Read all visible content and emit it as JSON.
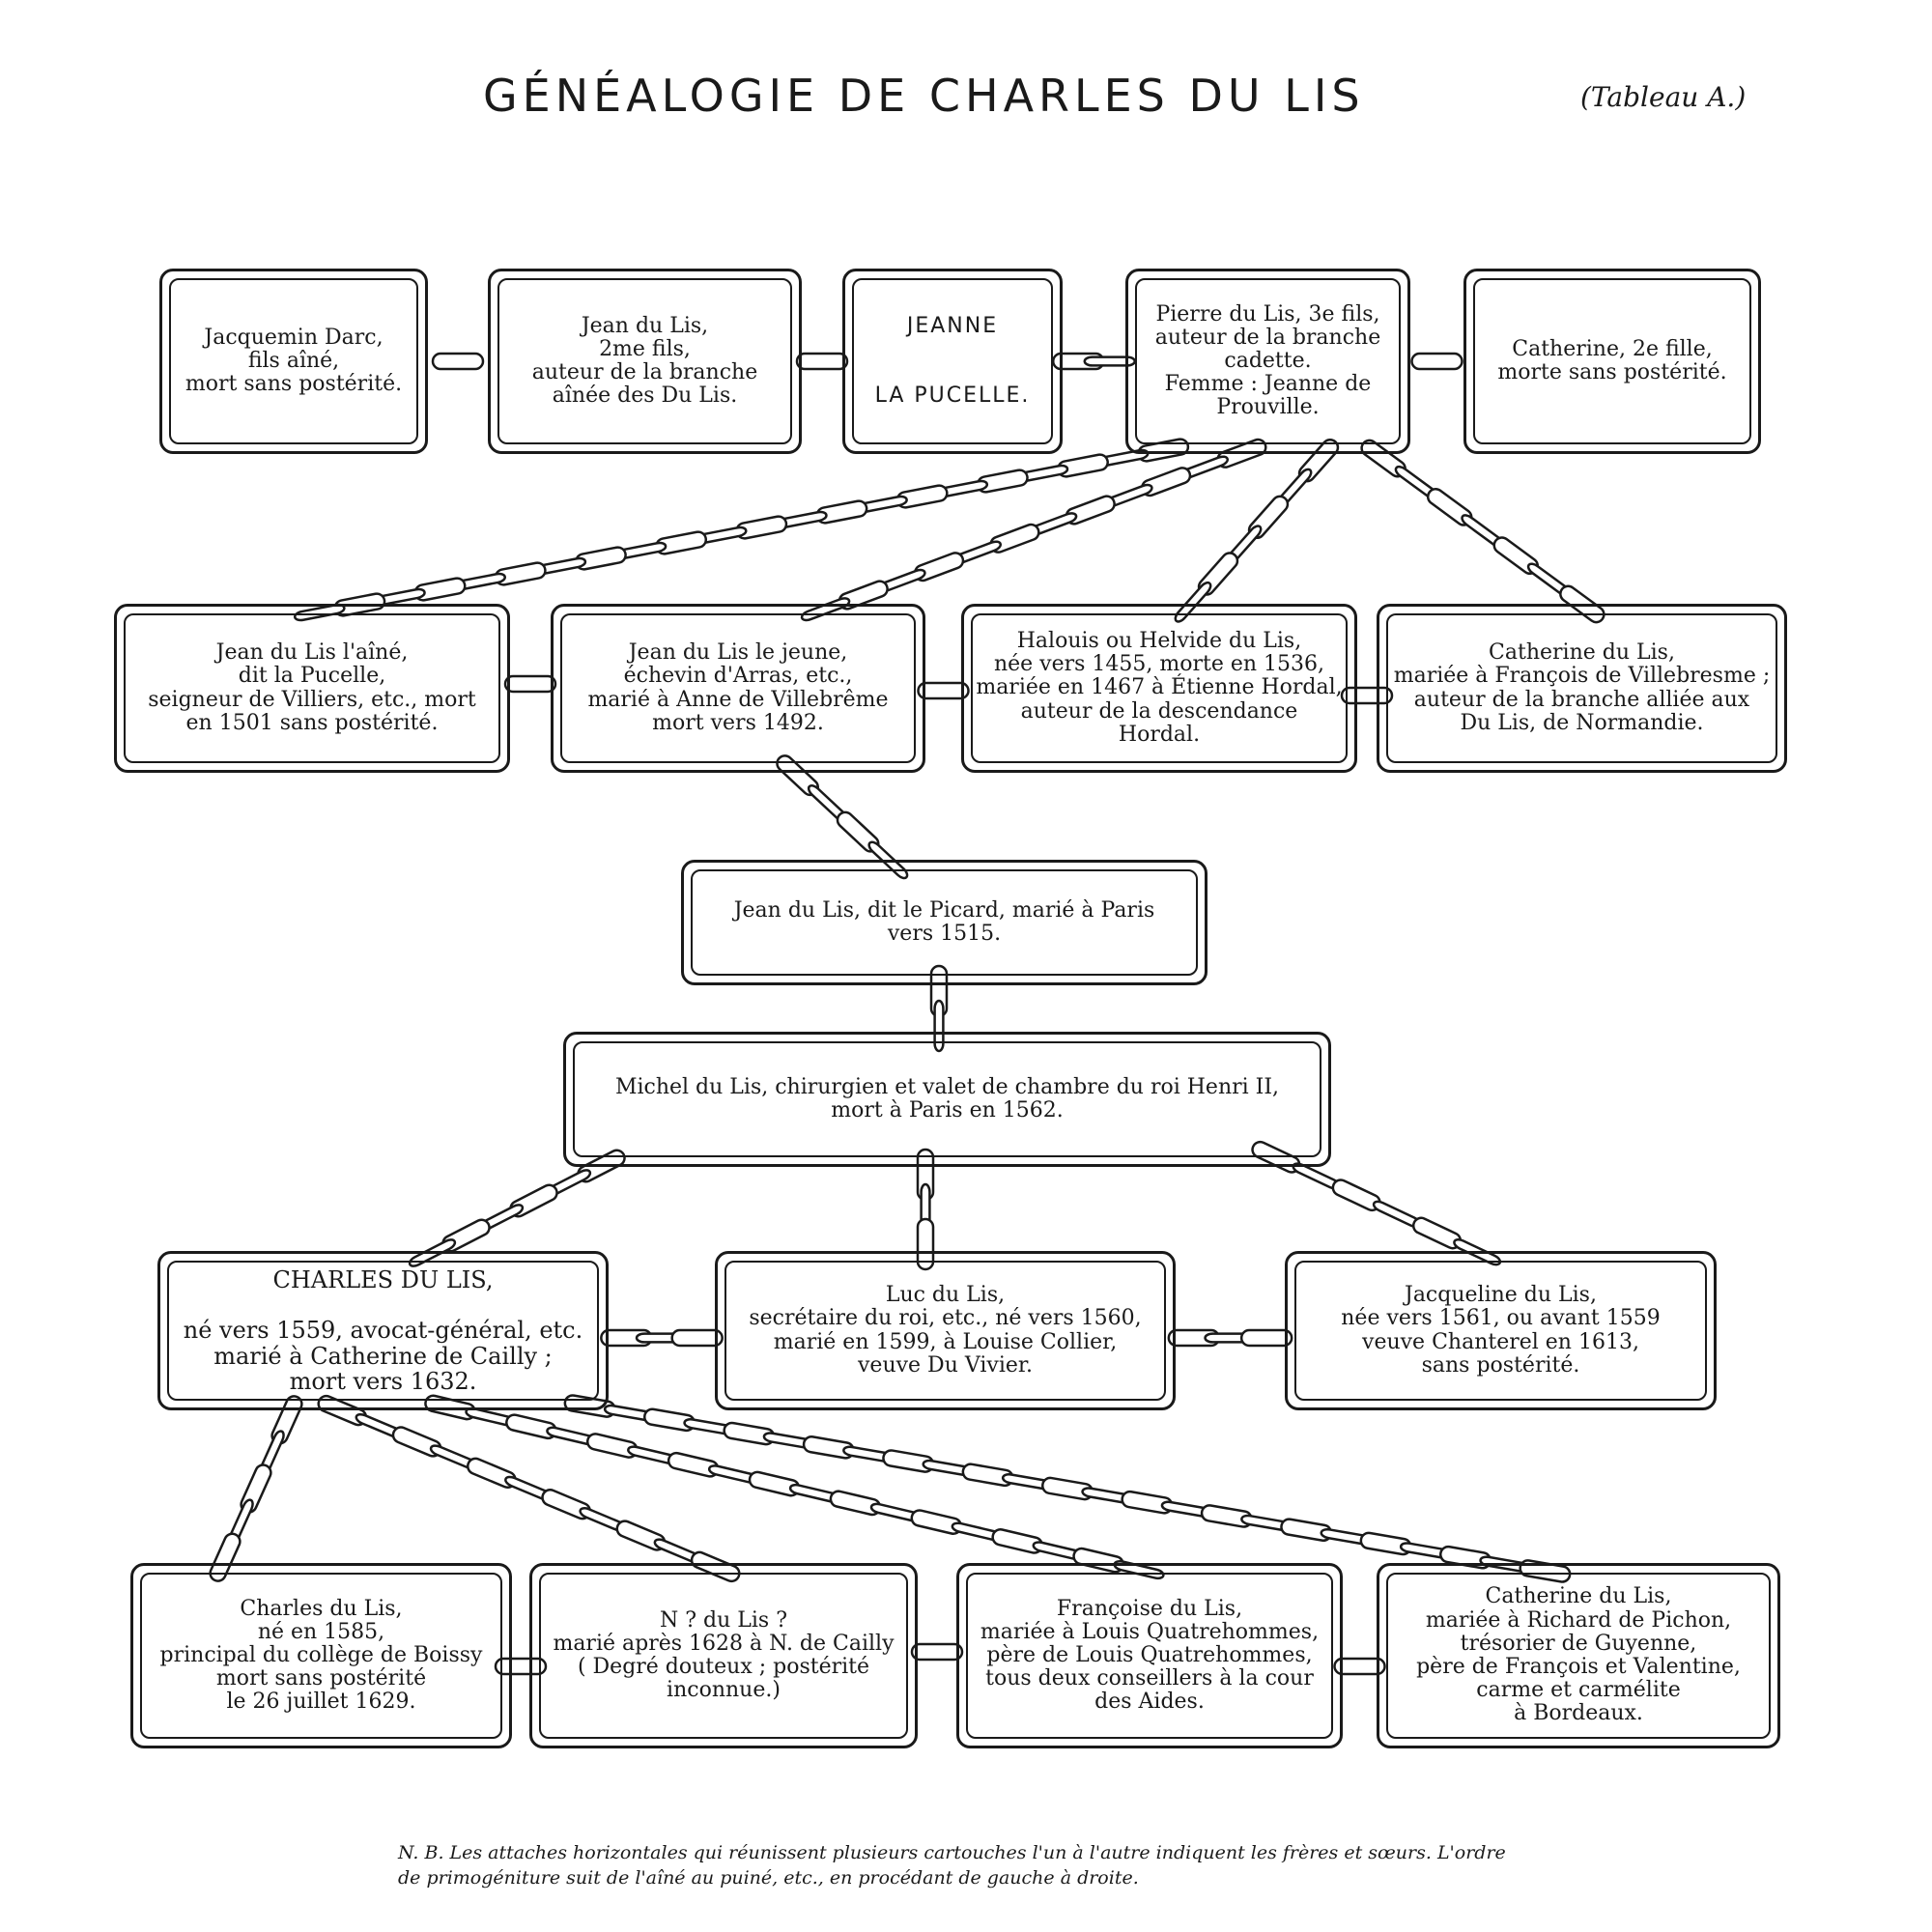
{
  "title": "GÉNÉALOGIE DE CHARLES DU LIS",
  "tableau": "(Tableau A.)",
  "persons": {
    "jacquemin": "Jacquemin Darc,\nfils aîné,\nmort sans postérité.",
    "jean_aine_branche": "Jean du Lis,\n2me fils,\nauteur de la branche\naînée des Du Lis.",
    "jeanne": "JEANNE\n\n\nLA PUCELLE.",
    "pierre": "Pierre du Lis, 3e fils,\nauteur de la branche\ncadette.\nFemme : Jeanne de\nProuville.",
    "catherine_fille": "Catherine, 2e fille,\nmorte sans postérité.",
    "jean_laine": "Jean du Lis l'aîné,\ndit la Pucelle,\nseigneur de Villiers, etc., mort\nen 1501 sans postérité.",
    "jean_jeune": "Jean du Lis le jeune,\néchevin d'Arras, etc.,\nmarié à Anne de Villebrême\nmort vers 1492.",
    "halouis": "Halouis ou Helvide du Lis,\nnée vers 1455, morte en 1536,\nmariée en 1467 à Étienne Hordal,\nauteur de la descendance\nHordal.",
    "catherine_dulis_1": "Catherine du Lis,\nmariée à François de Villebresme ;\nauteur de la branche alliée aux\nDu Lis, de Normandie.",
    "jean_picard": "Jean du Lis, dit le Picard, marié à Paris\nvers 1515.",
    "michel": "Michel du Lis, chirurgien et valet de chambre du roi Henri II,\nmort à Paris en 1562.",
    "charles": "CHARLES DU LIS,\n\nné vers 1559, avocat-général, etc.\nmarié à Catherine de Cailly ;\nmort vers 1632.",
    "luc": "Luc du Lis,\nsecrétaire du roi, etc., né vers 1560,\nmarié en 1599, à Louise Collier,\nveuve Du Vivier.",
    "jacqueline": "Jacqueline du Lis,\nnée vers 1561, ou avant 1559\nveuve Chanterel en 1613,\nsans postérité.",
    "charles_fils": "Charles du Lis,\nné en 1585,\nprincipal du collège de Boissy\nmort sans postérité\nle 26 juillet 1629.",
    "n_dulis": "N ? du Lis ?\nmarié après 1628 à N. de Cailly\n( Degré douteux ; postérité\ninconnue.)",
    "francoise": "Françoise du Lis,\nmariée à Louis Quatrehommes,\npère de Louis Quatrehommes,\ntous deux conseillers à la cour\ndes Aides.",
    "catherine_dulis_2": "Catherine du Lis,\nmariée à Richard de Pichon,\ntrésorier de Guyenne,\npère de François et Valentine,\ncarme et carmélite\nà Bordeaux."
  },
  "note": "N. B. Les attaches horizontales qui réunissent plusieurs cartouches l'un à l'autre indiquent les frères et sœurs. L'ordre de primogéniture suit de l'aîné au puiné, etc., en procédant de gauche à droite."
}
